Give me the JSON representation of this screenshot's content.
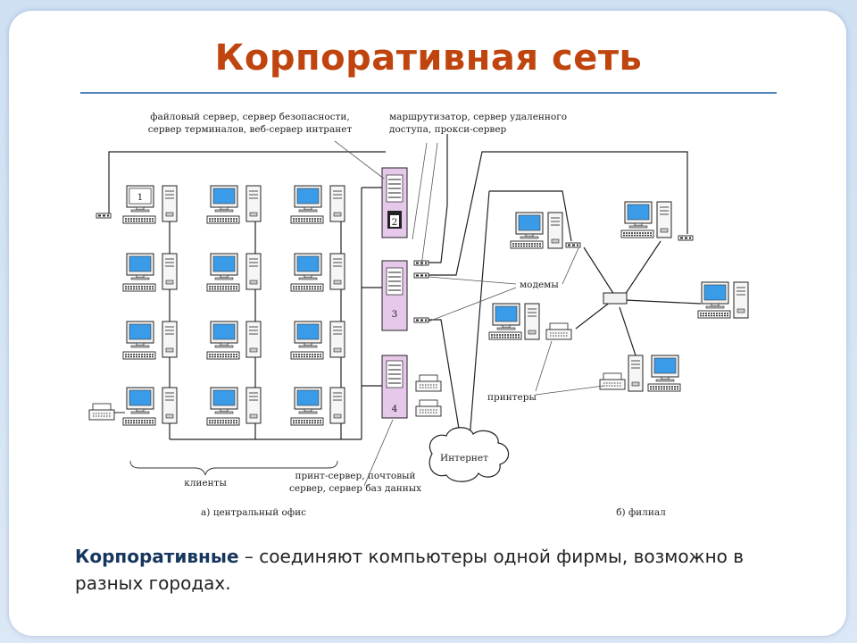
{
  "slide": {
    "title": "Корпоративная сеть",
    "caption_term": "Корпоративные",
    "caption_rest": " – соединяют компьютеры одной фирмы, возможно в разных городах."
  },
  "labels": {
    "file_server_line1": "файловый сервер, сервер безопасности,",
    "file_server_line2": "сервер терминалов, веб-сервер интранет",
    "router_line1": "маршрутизатор, сервер удаленного",
    "router_line2": "доступа, прокси-сервер",
    "modems": "модемы",
    "printers": "принтеры",
    "internet": "Интернет",
    "clients": "клиенты",
    "print_server_line1": "принт-сервер, почтовый",
    "print_server_line2": "сервер, сервер баз данных",
    "central_office": "а)  центральный офис",
    "branch": "б) филиал",
    "server_numbers": [
      "2",
      "3",
      "4"
    ],
    "first_pc_number": "1"
  },
  "colors": {
    "title": "#c0440e",
    "caption_term": "#17375e",
    "rule": "#4f81bd",
    "monitor_screen": "#3a9be8",
    "server_violet": "#e6c8ea"
  }
}
